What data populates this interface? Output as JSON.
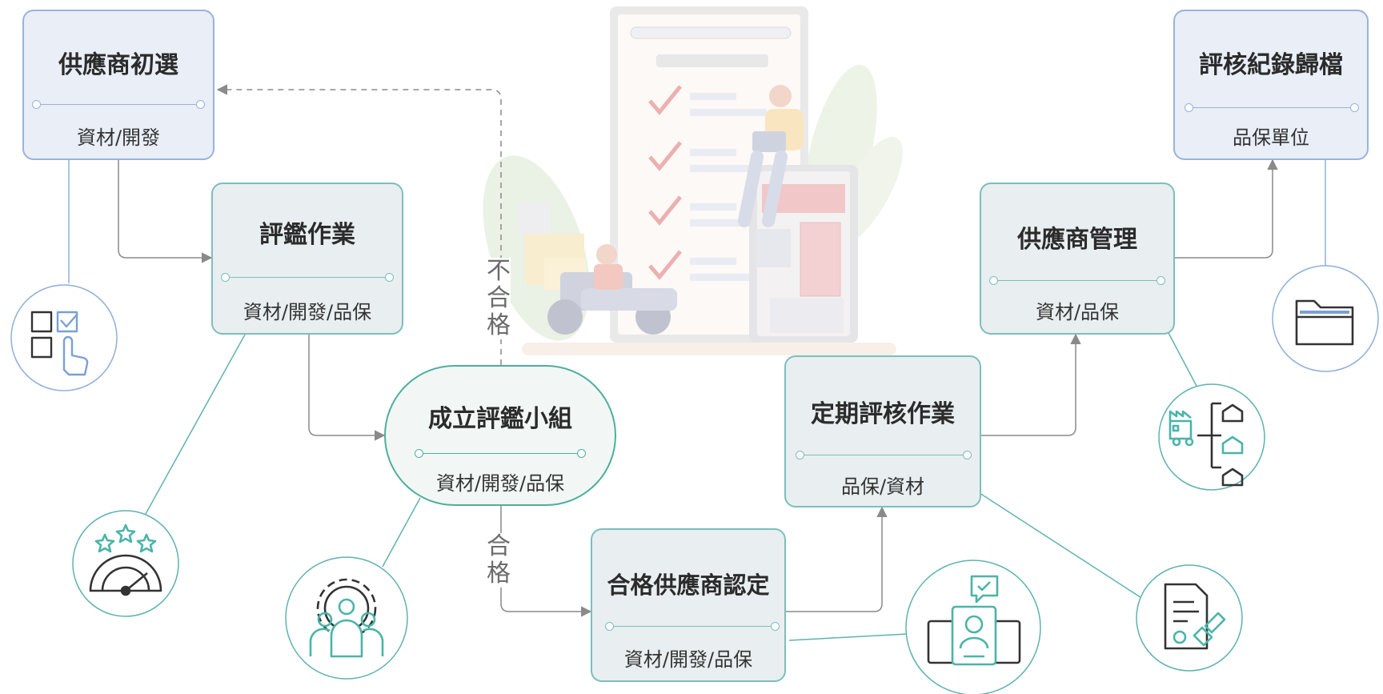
{
  "colors": {
    "blue_border": "#9ab3dc",
    "blue_fill": "#e9eef7",
    "teal_border": "#7bbfbd",
    "teal_fill": "#e9eef0",
    "team_border": "#4daf9b",
    "team_fill": "#f2f7f6",
    "connector": "#8a8a8a",
    "leader_blue": "#8fb0d8",
    "leader_teal": "#5db3b0",
    "icon_teal": "#4bb4a8",
    "icon_dark": "#333333"
  },
  "nodes": {
    "prescreen": {
      "title": "供應商初選",
      "owner": "資材/開發"
    },
    "evaluation": {
      "title": "評鑑作業",
      "owner": "資材/開發/品保"
    },
    "team": {
      "title": "成立評鑑小組",
      "owner": "資材/開發/品保"
    },
    "qualified": {
      "title": "合格供應商認定",
      "owner": "資材/開發/品保"
    },
    "periodic": {
      "title": "定期評核作業",
      "owner": "品保/資材"
    },
    "management": {
      "title": "供應商管理",
      "owner": "資材/品保"
    },
    "archive": {
      "title": "評核紀錄歸檔",
      "owner": "品保單位"
    }
  },
  "edges": {
    "fail_label": "不合格",
    "pass_label": "合格"
  },
  "icons": {
    "prescreen": "checklist-select-icon",
    "evaluation": "rating-gauge-icon",
    "team": "team-gear-icon",
    "qualified": "candidate-profile-icon",
    "periodic": "certified-document-icon",
    "management": "supply-network-icon",
    "archive": "folder-icon"
  }
}
